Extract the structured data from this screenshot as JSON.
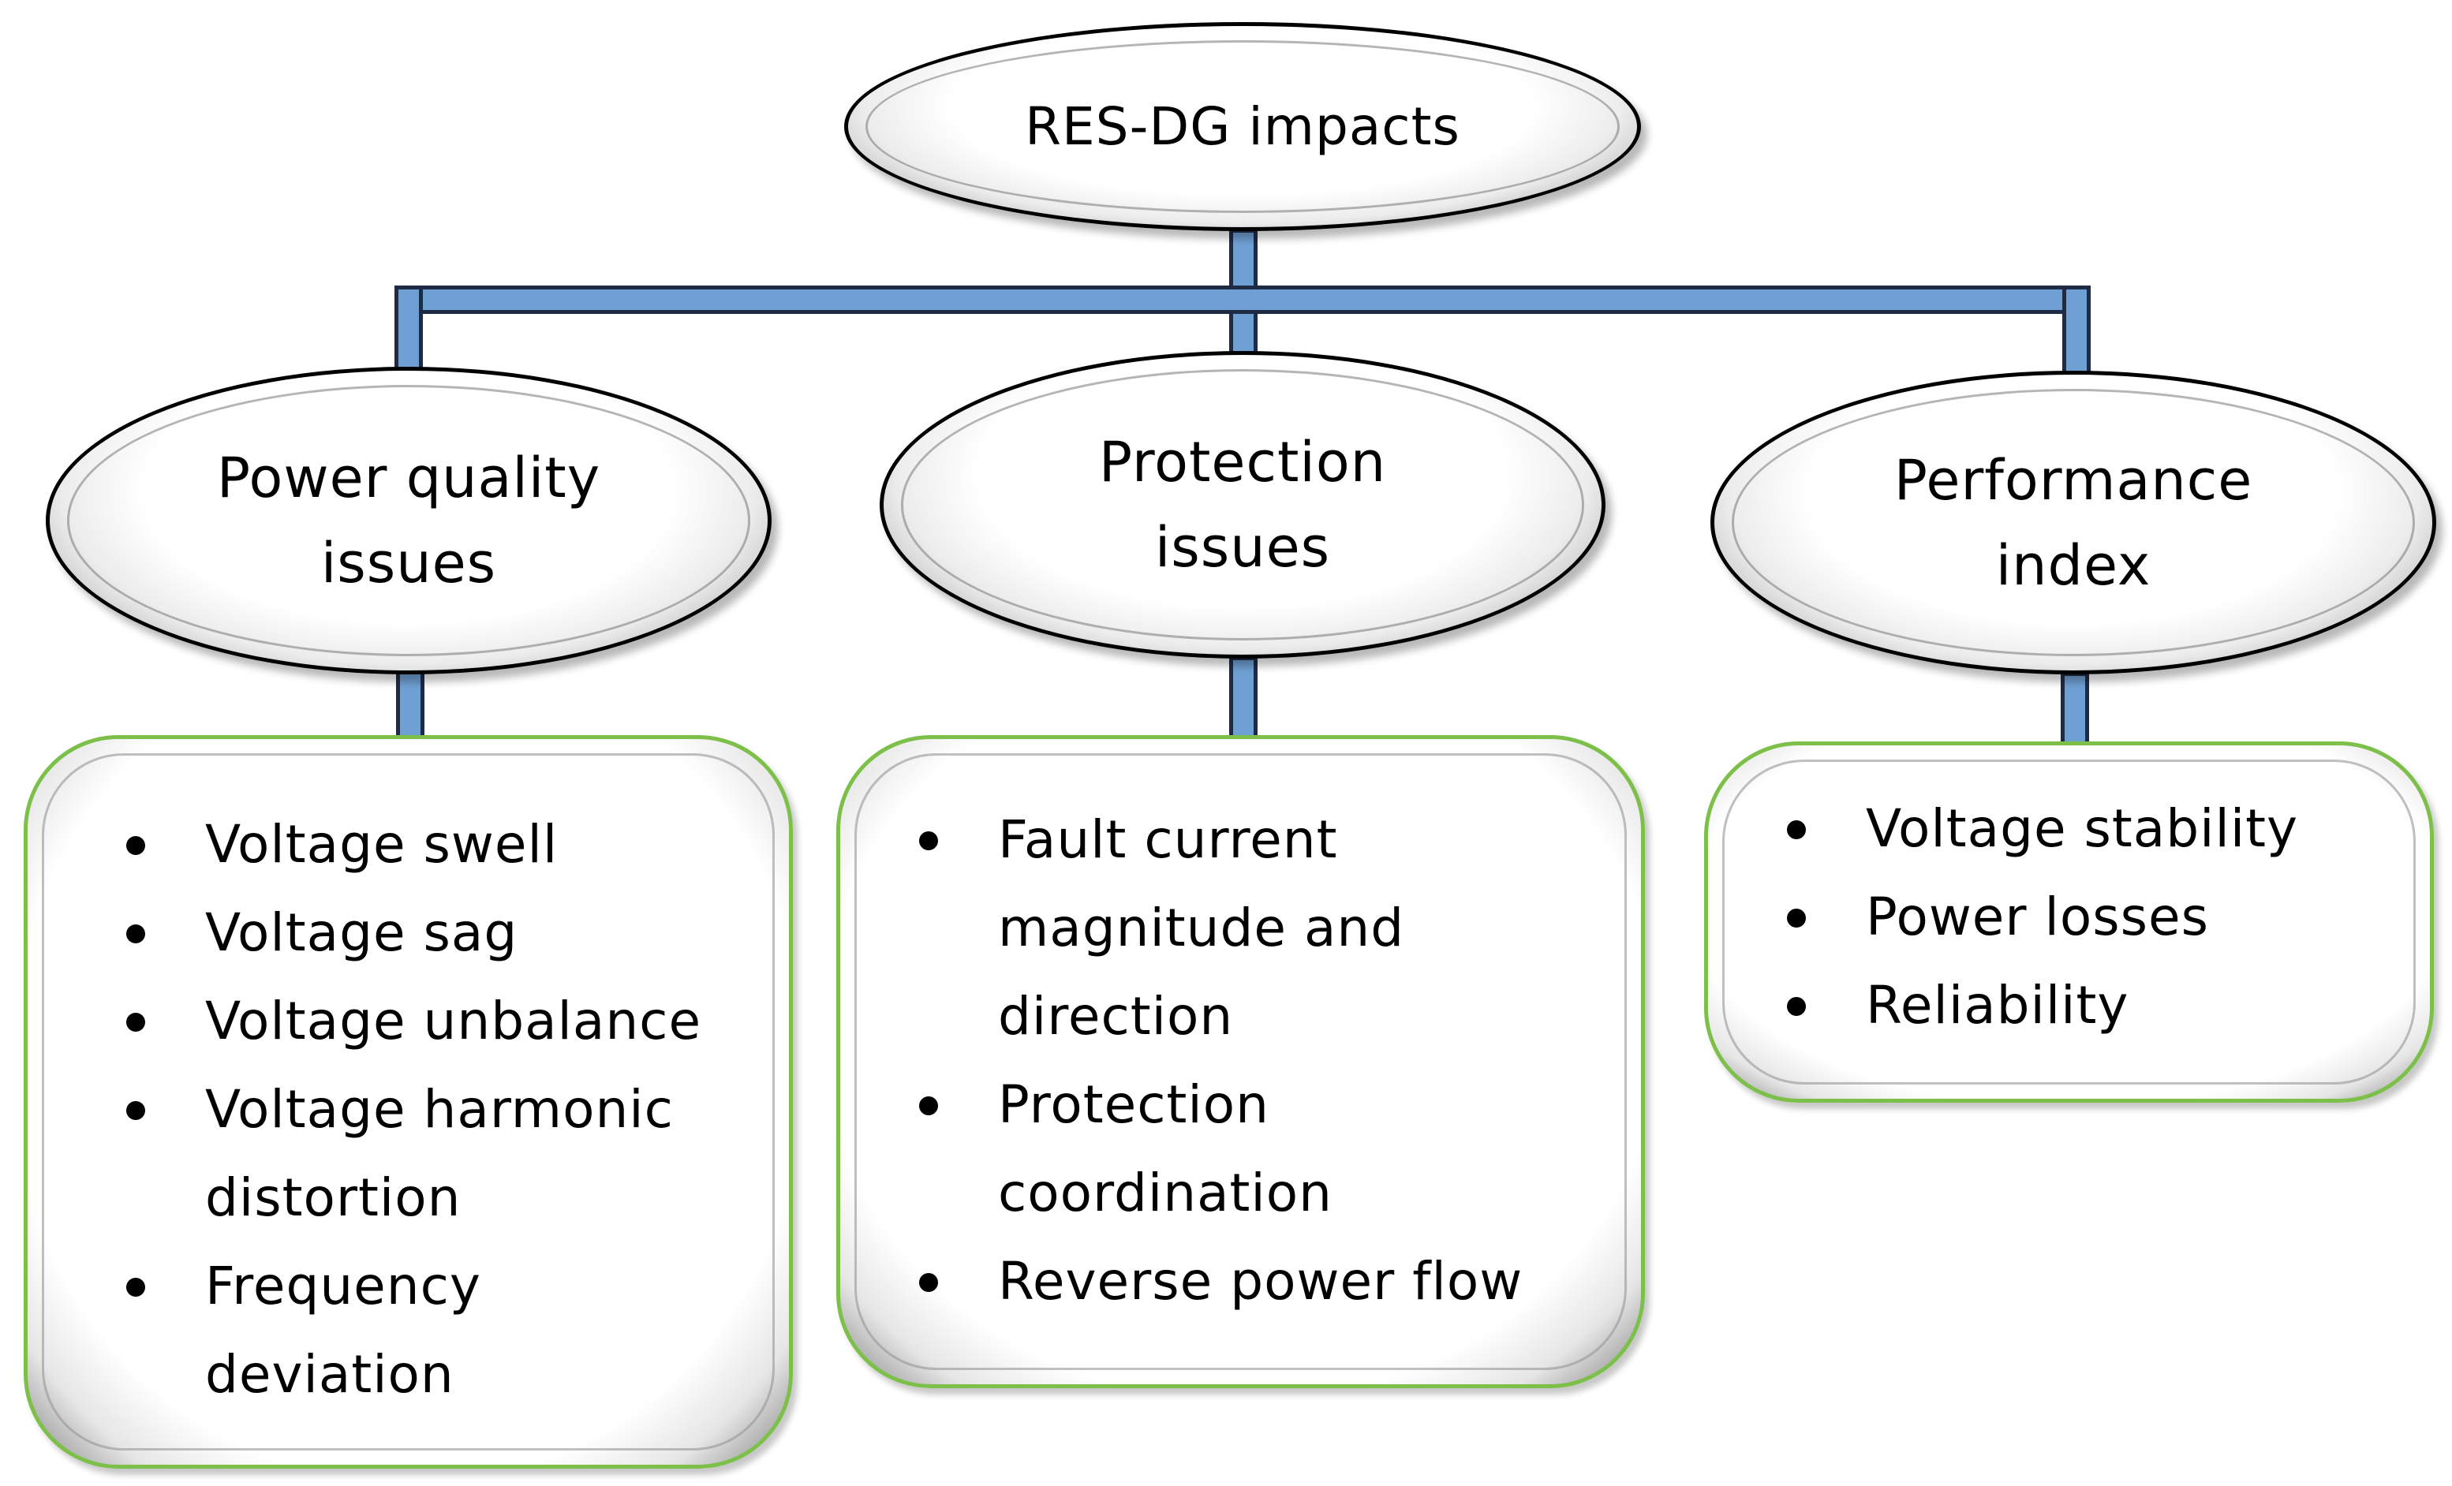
{
  "root": {
    "label": "RES-DG impacts"
  },
  "categories": [
    {
      "label": "Power quality\nissues",
      "items": [
        "Voltage swell",
        "Voltage sag",
        "Voltage unbalance",
        "Voltage harmonic\ndistortion",
        "Frequency\ndeviation"
      ]
    },
    {
      "label": "Protection\nissues",
      "items": [
        "Fault current\nmagnitude and\ndirection",
        "Protection\ncoordination",
        "Reverse power flow"
      ]
    },
    {
      "label": "Performance\nindex",
      "items": [
        "Voltage stability",
        "Power losses",
        "Reliability"
      ]
    }
  ],
  "colors": {
    "connector_fill": "#6fa0d4",
    "connector_edge": "#1f2a44",
    "card_border": "#7cc04a",
    "ellipse_border": "#000000"
  }
}
